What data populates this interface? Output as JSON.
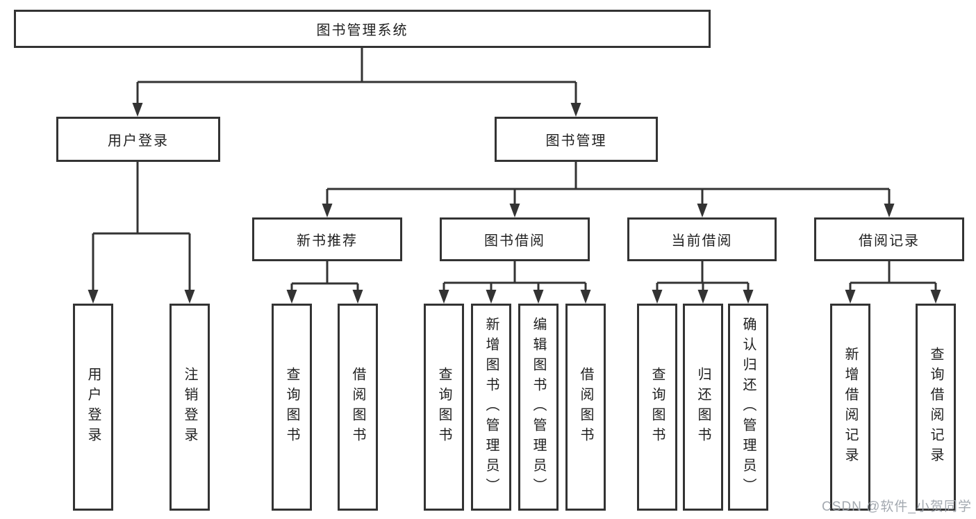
{
  "tree": {
    "root": {
      "label": "图书管理系统",
      "children": [
        {
          "label": "用户登录",
          "children": [
            {
              "label": "用户登录"
            },
            {
              "label": "注销登录"
            }
          ]
        },
        {
          "label": "图书管理",
          "children": [
            {
              "label": "新书推荐",
              "children": [
                {
                  "label": "查询图书"
                },
                {
                  "label": "借阅图书"
                }
              ]
            },
            {
              "label": "图书借阅",
              "children": [
                {
                  "label": "查询图书"
                },
                {
                  "label": "新增图书（管理员）"
                },
                {
                  "label": "编辑图书（管理员）"
                },
                {
                  "label": "借阅图书"
                }
              ]
            },
            {
              "label": "当前借阅",
              "children": [
                {
                  "label": "查询图书"
                },
                {
                  "label": "归还图书"
                },
                {
                  "label": "确认归还（管理员）"
                }
              ]
            },
            {
              "label": "借阅记录",
              "children": [
                {
                  "label": "新增借阅记录"
                },
                {
                  "label": "查询借阅记录"
                }
              ]
            }
          ]
        }
      ]
    }
  },
  "watermark": {
    "text": "CSDN @软件_小贺同学"
  },
  "colors": {
    "line": "#333333",
    "box_border": "#333333",
    "box_fill": "#ffffff",
    "text": "#1f1f1f",
    "watermark": "#9aa0a8"
  }
}
